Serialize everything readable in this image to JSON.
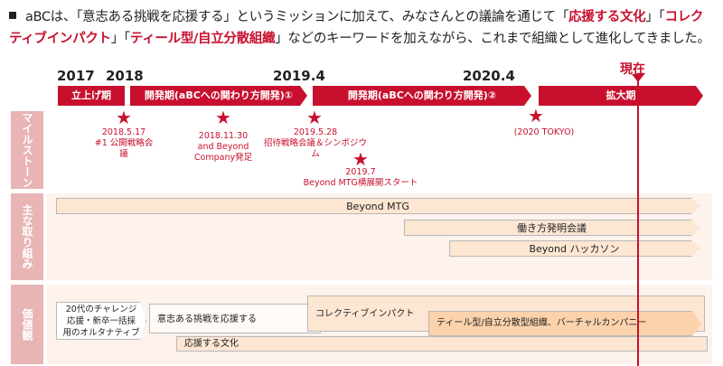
{
  "intro": {
    "parts": [
      {
        "t": "aBCは、「意志ある挑戦を応援する」というミッションに加えて、みなさんとの議論を通じて「",
        "hl": false
      },
      {
        "t": "応援する文化",
        "hl": true
      },
      {
        "t": "」「",
        "hl": false
      },
      {
        "t": "コレクティブインパクト",
        "hl": true
      },
      {
        "t": "」「",
        "hl": false
      },
      {
        "t": "ティール型/自立分散組織",
        "hl": true
      },
      {
        "t": "」などのキーワードを加えながら、これまで組織として進化してきました。",
        "hl": false
      }
    ]
  },
  "years": {
    "y2017": "2017",
    "y2018": "2018",
    "y2019": "2019.4",
    "y2020": "2020.4",
    "now": "現在"
  },
  "phases": {
    "p1": "立上げ期",
    "p2": "開発期(aBCへの関わり方開発)①",
    "p3": "開発期(aBCへの関わり方開発)②",
    "p4": "拡大期"
  },
  "row_labels": {
    "milestones": "マイルストーン",
    "activities": "主な取り組み",
    "values": "価値観"
  },
  "milestones": {
    "m1": "2018.5.17\n#1 公開戦略会議",
    "m2": "2018.11.30\nand Beyond\nCompany発足",
    "m3": "2019.5.28\n招待戦略会議＆シンポジウム",
    "m4": "2019.7\nBeyond MTG横展開スタート",
    "m5": "(2020 TOKYO)"
  },
  "activities": {
    "a1": "Beyond MTG",
    "a2": "働き方発明会議",
    "a3": "Beyond ハッカソン"
  },
  "values": {
    "v1": "20代のチャレンジ\n応援・新卒一括採\n用のオルタナティブ",
    "v2": "意志ある挑戦を応援する",
    "v3": "コレクティブインパクト",
    "v4": "ティール型/自立分散型組織、バーチャルカンパニー",
    "v5": "応援する文化"
  },
  "colors": {
    "accent": "#c8102e",
    "label_bg": "#e8b4b4",
    "row_bg": "#fdf2ec",
    "bar_fill": "#fde6d2"
  }
}
